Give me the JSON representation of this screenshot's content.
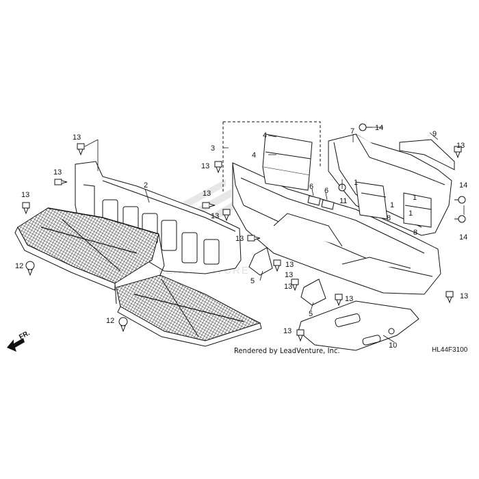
{
  "footer": {
    "rendered_by": "Rendered by LeadVenture, Inc.",
    "diagram_code": "HL44F3100"
  },
  "direction_label": "FR.",
  "watermark": "LEADVENTURE",
  "callouts": {
    "c1a": "1",
    "c1b": "1",
    "c1c": "1",
    "c1d": "1",
    "c2": "2",
    "c3": "3",
    "c4a": "4",
    "c4b": "4",
    "c5a": "5",
    "c5b": "5",
    "c6a": "6",
    "c6b": "6",
    "c7": "7",
    "c8a": "8",
    "c8b": "8",
    "c9": "9",
    "c10": "10",
    "c11": "11",
    "c12a": "12",
    "c12b": "12",
    "c13a": "13",
    "c13b": "13",
    "c13c": "13",
    "c13d": "13",
    "c13e": "13",
    "c13f": "13",
    "c13g": "13",
    "c13h": "13",
    "c13i": "13",
    "c13j": "13",
    "c13k": "13",
    "c13l": "13",
    "c13m": "13",
    "c14a": "14",
    "c14b": "14",
    "c14c": "14"
  }
}
